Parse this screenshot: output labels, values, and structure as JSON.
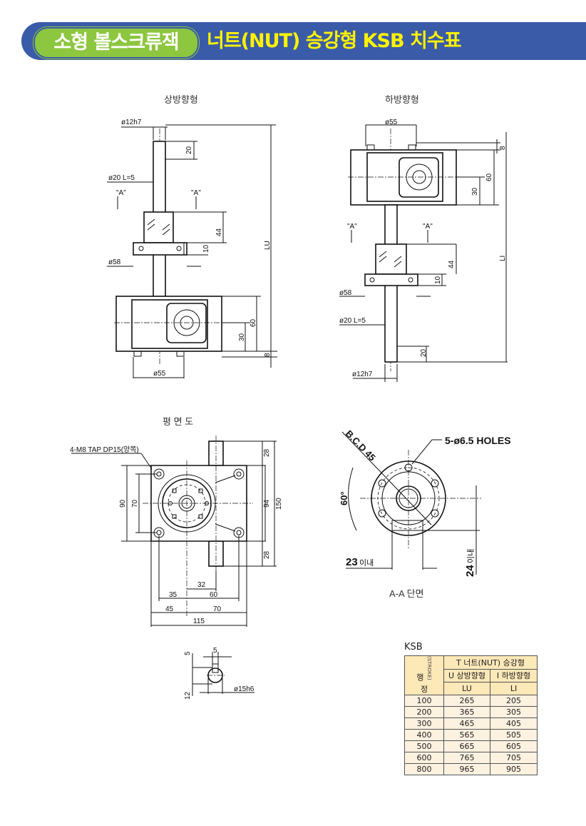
{
  "header": {
    "category": "소형 볼스크류잭",
    "title": "너트(NUT) 승강형 KSB 치수표"
  },
  "drawings": {
    "upward": {
      "title": "상방향형",
      "labels": {
        "shaft": "ø12h7",
        "d20": "20",
        "key": "ø20  L=5",
        "a_left": "\"A\"",
        "a_right": "\"A\"",
        "d44": "44",
        "d10": "10",
        "flange": "ø58",
        "lu": "LU",
        "d60": "60",
        "d30": "30",
        "d8": "8",
        "box": "ø55"
      }
    },
    "downward": {
      "title": "하방향형",
      "labels": {
        "box": "ø55",
        "d8": "8",
        "d60": "60",
        "d30": "30",
        "a_left": "\"A\"",
        "a_right": "\"A\"",
        "d44": "44",
        "d10": "10",
        "li": "LI",
        "flange": "ø58",
        "key": "ø20  L=5",
        "d20": "20",
        "shaft": "ø12h7"
      }
    },
    "plan": {
      "title": "평 면 도",
      "tap": "4-M8 TAP DP15(양쪽)",
      "d28a": "28",
      "d28b": "28",
      "d90": "90",
      "d70v": "70",
      "d94": "94",
      "d150": "150",
      "d32": "32",
      "d35": "35",
      "d60": "60",
      "d45": "45",
      "d70": "70",
      "d115": "115"
    },
    "section": {
      "title": "A-A 단면",
      "bcd": "B.C.D 45",
      "holes": "5-ø6.5  HOLES",
      "angle": "60°",
      "w": "23",
      "w_note": "이내",
      "h": "24",
      "h_note": "이내"
    },
    "keyway": {
      "d5v": "5",
      "d5h": "5",
      "d12": "12",
      "shaft": "ø15h6"
    }
  },
  "table": {
    "caption": "KSB",
    "stroke_label_top": "행",
    "stroke_label_bottom": "정",
    "stroke_en": "(STROKE)",
    "group": "T 너트(NUT) 승강형",
    "col_u": "U 상방향형",
    "col_i": "I 하방향형",
    "lu": "LU",
    "li": "LI",
    "rows": [
      {
        "stroke": "100",
        "lu": "265",
        "li": "205"
      },
      {
        "stroke": "200",
        "lu": "365",
        "li": "305"
      },
      {
        "stroke": "300",
        "lu": "465",
        "li": "405"
      },
      {
        "stroke": "400",
        "lu": "565",
        "li": "505"
      },
      {
        "stroke": "500",
        "lu": "665",
        "li": "605"
      },
      {
        "stroke": "600",
        "lu": "765",
        "li": "705"
      },
      {
        "stroke": "800",
        "lu": "965",
        "li": "905"
      }
    ]
  }
}
